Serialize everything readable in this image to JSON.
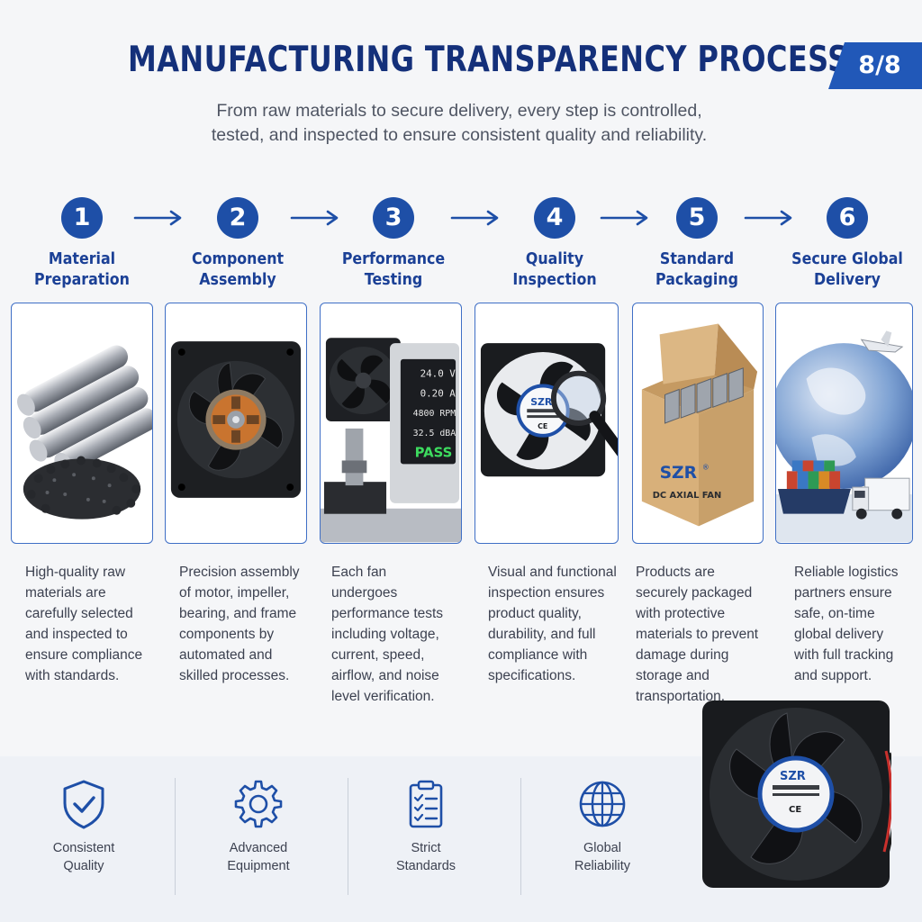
{
  "header": {
    "title": "MANUFACTURING TRANSPARENCY PROCESS",
    "page_indicator": "8/8",
    "subtitle": "From raw materials to secure delivery, every step is controlled,\ntested, and inspected to ensure consistent quality and reliability."
  },
  "steps": [
    {
      "number": "1",
      "title": "Material\nPreparation",
      "description": "High-quality raw materials are carefully selected and inspected to ensure compliance with standards."
    },
    {
      "number": "2",
      "title": "Component\nAssembly",
      "description": "Precision assembly of motor, impeller, bearing, and frame components by automated and skilled processes."
    },
    {
      "number": "3",
      "title": "Performance\nTesting",
      "description": "Each fan undergoes performance tests including voltage, current, speed, airflow, and noise level verification."
    },
    {
      "number": "4",
      "title": "Quality\nInspection",
      "description": "Visual and functional inspection ensures product quality, durability, and full compliance with specifications."
    },
    {
      "number": "5",
      "title": "Standard\nPackaging",
      "description": "Products are securely packaged with protective materials to prevent damage during storage and transportation."
    },
    {
      "number": "6",
      "title": "Secure Global\nDelivery",
      "description": "Reliable logistics partners ensure safe, on-time global delivery with full tracking and support."
    }
  ],
  "tester_display": {
    "voltage": "24.0 V",
    "current": "0.20 A",
    "speed": "4800 RPM",
    "noise": "32.5 dBA",
    "result": "PASS"
  },
  "fan_label": {
    "brand": "SZR",
    "mark": "CE"
  },
  "box_print": {
    "brand": "SZR",
    "registered": "®",
    "product": "DC AXIAL FAN"
  },
  "features": [
    {
      "label": "Consistent\nQuality",
      "icon": "shield-check-icon"
    },
    {
      "label": "Advanced\nEquipment",
      "icon": "gear-icon"
    },
    {
      "label": "Strict\nStandards",
      "icon": "clipboard-checklist-icon"
    },
    {
      "label": "Global\nReliability",
      "icon": "globe-icon"
    }
  ],
  "colors": {
    "title": "#14307a",
    "accent": "#1e4fa7",
    "badge": "#2158b8",
    "pass": "#3ddc5f"
  }
}
